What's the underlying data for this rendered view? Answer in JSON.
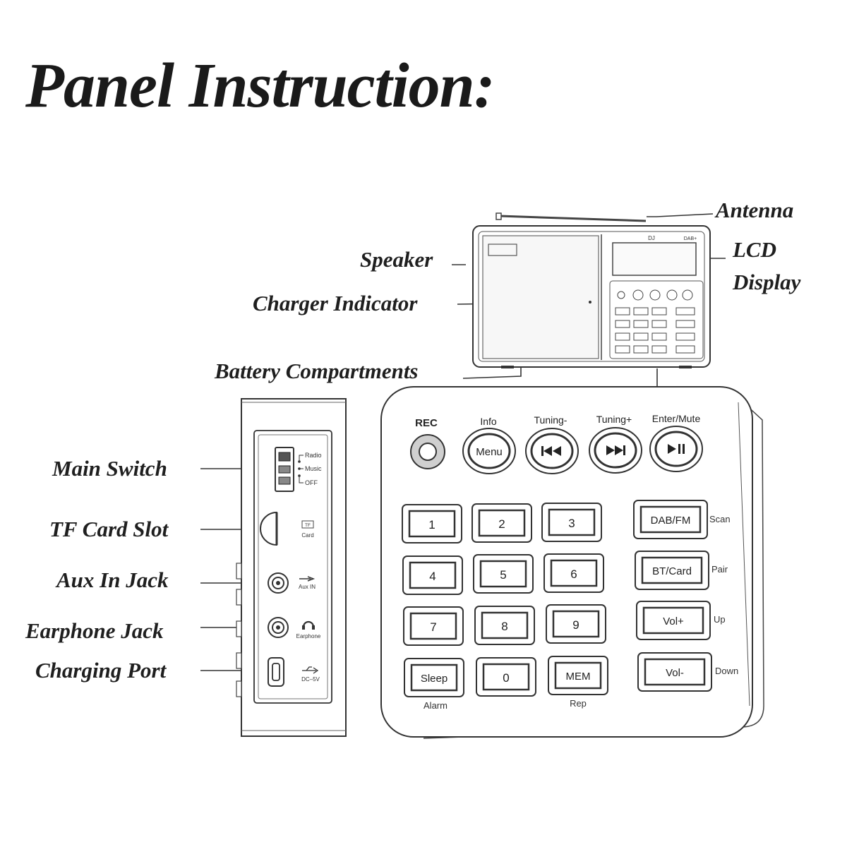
{
  "title": "Panel Instruction:",
  "callouts": {
    "antenna": "Antenna",
    "lcd_line1": "LCD",
    "lcd_line2": "Display",
    "speaker": "Speaker",
    "charger_indicator": "Charger Indicator",
    "battery_compartments": "Battery Compartments",
    "main_switch": "Main Switch",
    "tf_card_slot": "TF Card Slot",
    "aux_in_jack": "Aux In Jack",
    "earphone_jack": "Earphone Jack",
    "charging_port": "Charging Port"
  },
  "radio_front": {
    "brand_left": "DJ",
    "brand_right": "DAB+"
  },
  "side_panel": {
    "switch_radio": "Radio",
    "switch_music": "Music",
    "switch_off": "OFF",
    "tf_badge": "TF",
    "tf_label": "Card",
    "aux_label": "Aux IN",
    "earphone_label": "Earphone",
    "dc_label": "DC–5V"
  },
  "keypad": {
    "rec": "REC",
    "top_labels": [
      "Info",
      "Tuning-",
      "Tuning+",
      "Enter/Mute"
    ],
    "menu": "Menu",
    "digits": [
      "1",
      "2",
      "3",
      "4",
      "5",
      "6",
      "7",
      "8",
      "9"
    ],
    "sleep": "Sleep",
    "zero": "0",
    "mem": "MEM",
    "alarm": "Alarm",
    "rep": "Rep",
    "side_buttons": [
      "DAB/FM",
      "BT/Card",
      "Vol+",
      "Vol-"
    ],
    "side_labels": [
      "Scan",
      "Pair",
      "Up",
      "Down"
    ]
  }
}
